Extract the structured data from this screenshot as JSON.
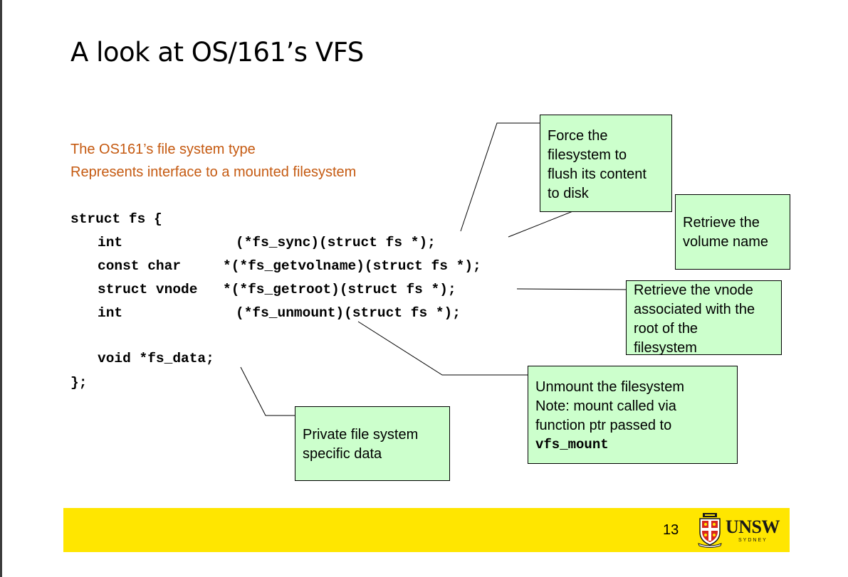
{
  "slide": {
    "title": "A look at OS/161’s VFS",
    "subtitle_lines": [
      "The OS161’s file system type",
      "Represents interface to a mounted filesystem"
    ],
    "code": {
      "struct_open": "struct fs {",
      "fields": [
        {
          "type": "int",
          "decl": "(*fs_sync)(struct fs *);"
        },
        {
          "type": "const char",
          "decl": "*(*fs_getvolname)(struct fs *);"
        },
        {
          "type": "struct vnode",
          "decl": "*(*fs_getroot)(struct fs *);"
        },
        {
          "type": "int",
          "decl": "(*fs_unmount)(struct fs *);"
        }
      ],
      "data_field": "void *fs_data;",
      "struct_close": "};"
    },
    "callouts": {
      "sync": [
        "Force the",
        "filesystem to",
        "flush its content",
        "to disk"
      ],
      "volname": [
        "Retrieve the",
        "volume name"
      ],
      "getroot": [
        "Retrieve the vnode",
        "associated with the",
        "root of the",
        "filesystem"
      ],
      "unmount": [
        "Unmount the filesystem",
        "Note: mount called via",
        "function ptr passed to"
      ],
      "unmount_code": "vfs_mount",
      "data": [
        "Private file system",
        "specific data"
      ]
    },
    "colors": {
      "subtitle": "#c55a11",
      "callout_fill": "#ccffcc",
      "footer_bar": "#ffe600"
    }
  },
  "footer": {
    "page_number": "13",
    "logo": {
      "name": "UNSW",
      "sub": "SYDNEY",
      "icon": "unsw-crest-icon"
    }
  }
}
